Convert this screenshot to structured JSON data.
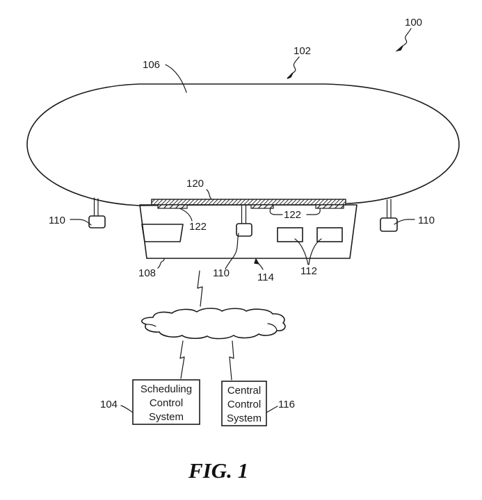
{
  "figure": {
    "caption": "FIG. 1",
    "reference_numerals": {
      "system": "100",
      "airship": "102",
      "scheduling_system": "104",
      "envelope": "106",
      "gondola": "108",
      "engine_left": "110",
      "engine_center": "110",
      "engine_right": "110",
      "components": "112",
      "gondola_bottom": "114",
      "central_system": "116",
      "rail": "120",
      "pads_left": "122",
      "pads_right": "122"
    },
    "blocks": {
      "scheduling": {
        "lines": [
          "Scheduling",
          "Control",
          "System"
        ]
      },
      "central": {
        "lines": [
          "Central",
          "Control",
          "System"
        ]
      }
    },
    "network": "cloud"
  },
  "colors": {
    "ink": "#1a1a1a",
    "background": "#ffffff"
  }
}
